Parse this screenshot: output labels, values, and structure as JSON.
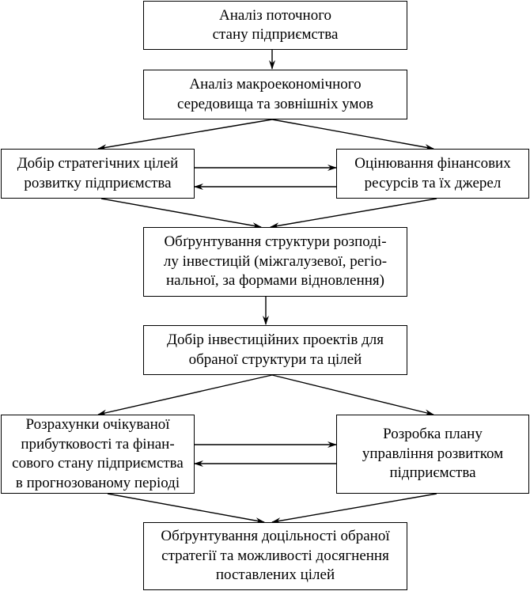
{
  "boxes": {
    "current_state": [
      "Аналіз поточного",
      "стану підприємства"
    ],
    "macro": [
      "Аналіз макроекономічного",
      "середовища та зовнішніх умов"
    ],
    "goals": [
      "Добір стратегічних цілей",
      "розвитку підприємства"
    ],
    "finance": [
      "Оцінювання фінансових",
      "ресурсів та їх джерел"
    ],
    "structure": [
      "Обґрунтування структури розподі-",
      "лу інвестицій (міжгалузевої, регіо-",
      "нальної, за формами відновлення)"
    ],
    "projects": [
      "Добір інвестиційних проектів для",
      "обраної структури та цілей"
    ],
    "profit": [
      "Розрахунки очікуваної",
      "прибутковості та фінан-",
      "сового стану підприємства",
      "в прогнозованому періоді"
    ],
    "plan": [
      "Розробка плану",
      "управління розвитком",
      "підприємства"
    ],
    "justify": [
      "Обґрунтування доцільності обраної",
      "стратегії та можливості досягнення",
      "поставлених цілей"
    ]
  }
}
